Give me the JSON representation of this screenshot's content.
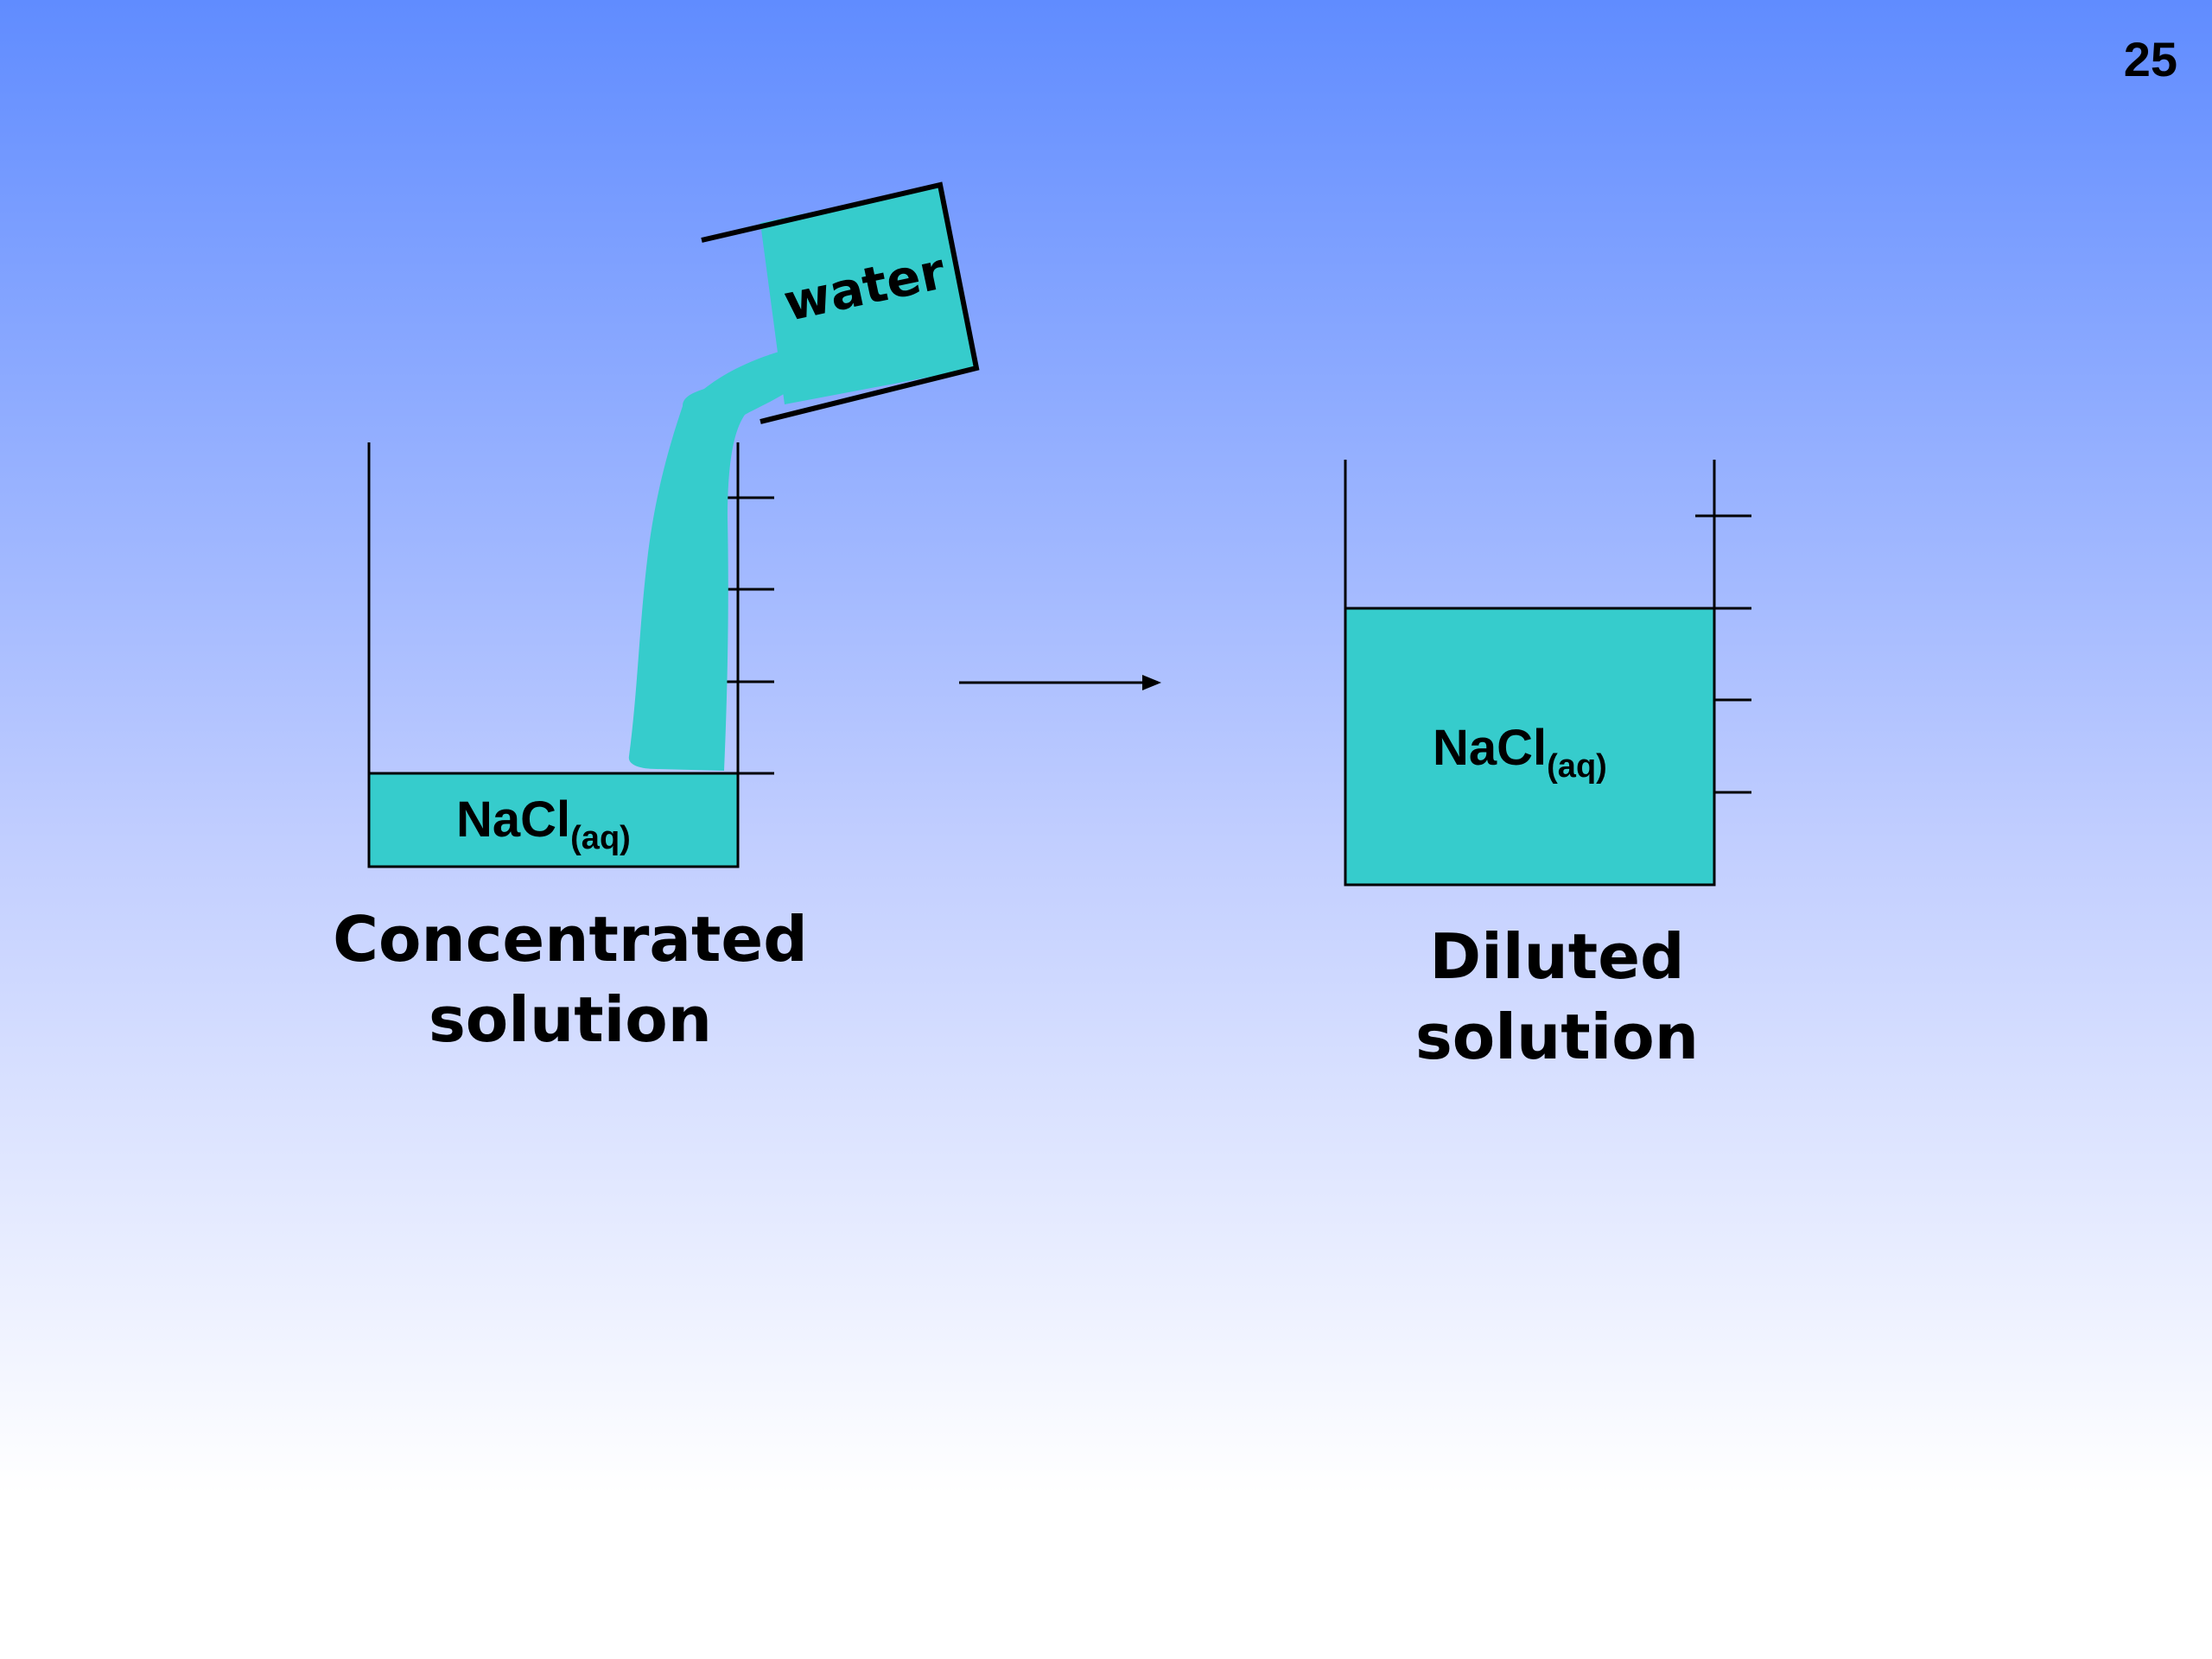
{
  "slide": {
    "number": "25"
  },
  "colors": {
    "solution": "#36cccc",
    "outline": "#000000"
  },
  "pitcher": {
    "label": "water"
  },
  "left_beaker": {
    "solution_formula": "NaCl",
    "solution_state": "(aq)",
    "caption_line1": "Concentrated",
    "caption_line2": "solution"
  },
  "right_beaker": {
    "solution_formula": "NaCl",
    "solution_state": "(aq)",
    "caption_line1": "Diluted",
    "caption_line2": "solution"
  }
}
